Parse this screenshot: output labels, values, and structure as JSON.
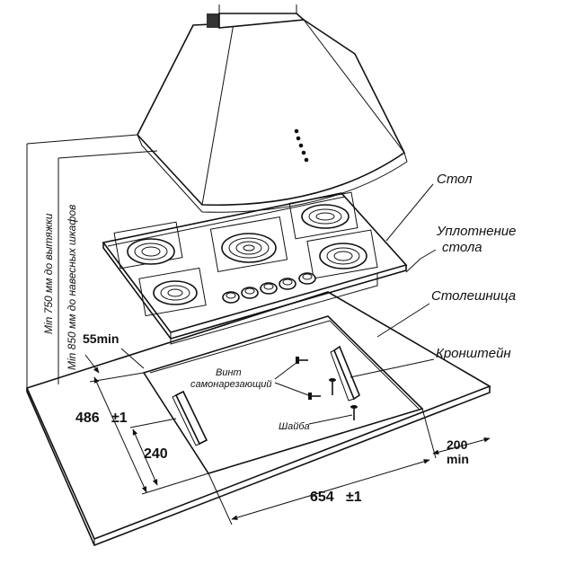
{
  "labels": {
    "table": "Стол",
    "seal_line1": "Уплотнение",
    "seal_line2": "стола",
    "countertop": "Столешница",
    "bracket": "Кронштейн",
    "screw_line1": "Винт",
    "screw_line2": "самонарезающий",
    "washer": "Шайба",
    "hood_min": "Min 750 мм до вытяжки",
    "cabinet_min": "Min 850 мм до навесных шкафов"
  },
  "dimensions": {
    "edge_gap": "55min",
    "depth": "486",
    "depth_tol": "±1",
    "bracket_pos": "240",
    "width": "654",
    "width_tol": "±1",
    "side_gap_value": "200",
    "side_gap_unit": "min"
  }
}
